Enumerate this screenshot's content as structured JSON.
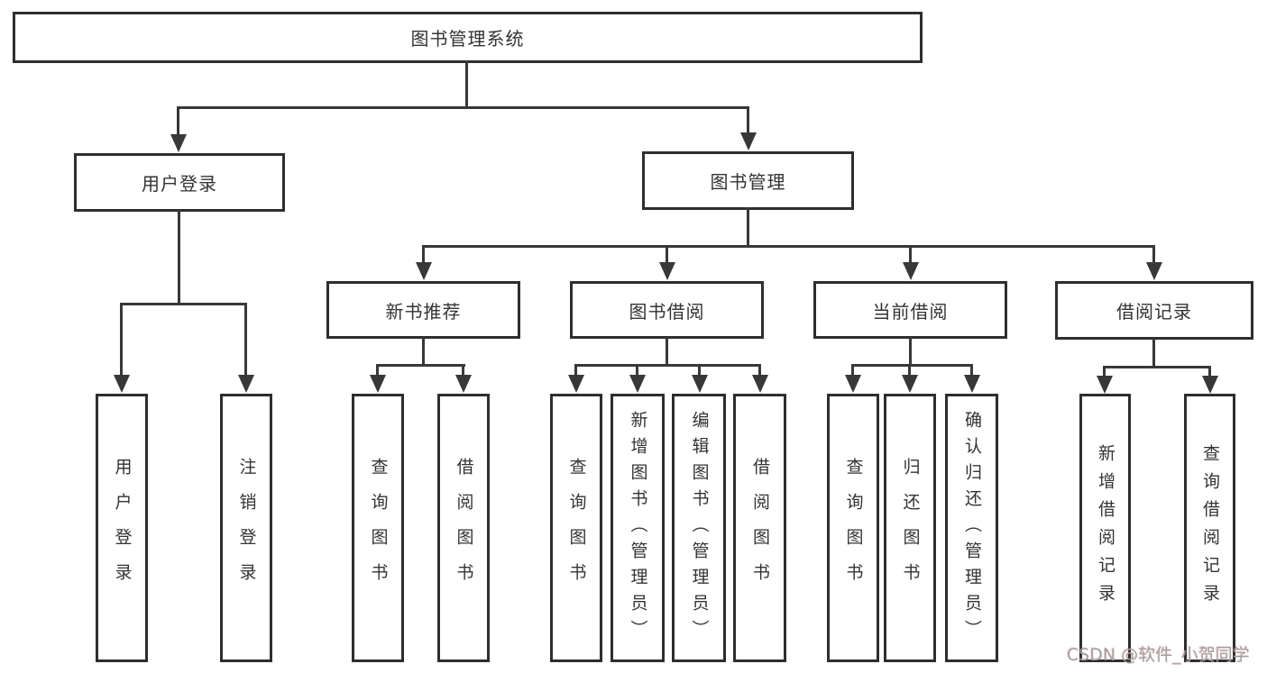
{
  "tree": {
    "label": "图书管理系统",
    "children": [
      {
        "label": "用户登录",
        "children": [
          {
            "label": "用户登录"
          },
          {
            "label": "注销登录"
          }
        ]
      },
      {
        "label": "图书管理",
        "children": [
          {
            "label": "新书推荐",
            "children": [
              {
                "label": "查询图书"
              },
              {
                "label": "借阅图书"
              }
            ]
          },
          {
            "label": "图书借阅",
            "children": [
              {
                "label": "查询图书"
              },
              {
                "label": "新增图书（管理员）"
              },
              {
                "label": "编辑图书（管理员）"
              },
              {
                "label": "借阅图书"
              }
            ]
          },
          {
            "label": "当前借阅",
            "children": [
              {
                "label": "查询图书"
              },
              {
                "label": "归还图书"
              },
              {
                "label": "确认归还（管理员）"
              }
            ]
          },
          {
            "label": "借阅记录",
            "children": [
              {
                "label": "新增借阅记录"
              },
              {
                "label": "查询借阅记录"
              }
            ]
          }
        ]
      }
    ]
  },
  "watermark": {
    "text": "CSDN @软件_小贺同学"
  },
  "colors": {
    "background": "#ffffff",
    "box_border": "#2e2e2e",
    "line": "#383838",
    "text": "#333333",
    "watermark": "#9f9f9f"
  }
}
